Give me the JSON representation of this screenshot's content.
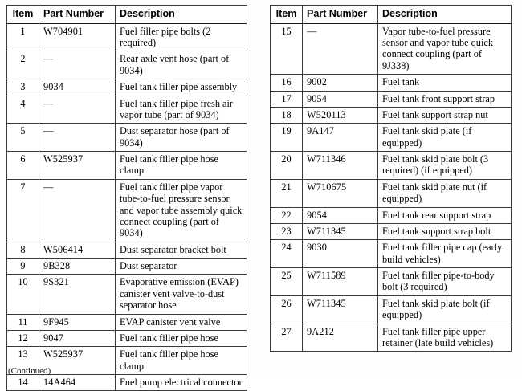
{
  "document": {
    "footnote": "(Continued)"
  },
  "tables": [
    {
      "id": "left",
      "headers": {
        "item": "Item",
        "part_number": "Part Number",
        "description": "Description"
      },
      "rows": [
        {
          "item": "1",
          "part": "W704901",
          "desc": "Fuel filler pipe bolts (2 required)"
        },
        {
          "item": "2",
          "part": "—",
          "desc": "Rear axle vent hose (part of 9034)"
        },
        {
          "item": "3",
          "part": "9034",
          "desc": "Fuel tank filler pipe assembly"
        },
        {
          "item": "4",
          "part": "—",
          "desc": "Fuel tank filler pipe fresh air vapor tube (part of 9034)"
        },
        {
          "item": "5",
          "part": "—",
          "desc": "Dust separator hose (part of 9034)"
        },
        {
          "item": "6",
          "part": "W525937",
          "desc": "Fuel tank filler pipe hose clamp"
        },
        {
          "item": "7",
          "part": "—",
          "desc": "Fuel tank filler pipe vapor tube-to-fuel pressure sensor and vapor tube assembly quick connect coupling (part of 9034)"
        },
        {
          "item": "8",
          "part": "W506414",
          "desc": "Dust separator bracket bolt"
        },
        {
          "item": "9",
          "part": "9B328",
          "desc": "Dust separator"
        },
        {
          "item": "10",
          "part": "9S321",
          "desc": "Evaporative emission (EVAP) canister vent valve-to-dust separator hose"
        },
        {
          "item": "11",
          "part": "9F945",
          "desc": "EVAP canister vent valve"
        },
        {
          "item": "12",
          "part": "9047",
          "desc": "Fuel tank filler pipe hose"
        },
        {
          "item": "13",
          "part": "W525937",
          "desc": "Fuel tank filler pipe hose clamp"
        },
        {
          "item": "14",
          "part": "14A464",
          "desc": "Fuel pump electrical connector"
        }
      ]
    },
    {
      "id": "right",
      "headers": {
        "item": "Item",
        "part_number": "Part Number",
        "description": "Description"
      },
      "rows": [
        {
          "item": "15",
          "part": "—",
          "desc": "Vapor tube-to-fuel pressure sensor and vapor tube quick connect coupling (part of 9J338)"
        },
        {
          "item": "16",
          "part": "9002",
          "desc": "Fuel tank"
        },
        {
          "item": "17",
          "part": "9054",
          "desc": "Fuel tank front support strap"
        },
        {
          "item": "18",
          "part": "W520113",
          "desc": "Fuel tank support strap nut"
        },
        {
          "item": "19",
          "part": "9A147",
          "desc": "Fuel tank skid plate (if equipped)"
        },
        {
          "item": "20",
          "part": "W711346",
          "desc": "Fuel tank skid plate bolt (3 required) (if equipped)"
        },
        {
          "item": "21",
          "part": "W710675",
          "desc": "Fuel tank skid plate nut (if equipped)"
        },
        {
          "item": "22",
          "part": "9054",
          "desc": "Fuel tank rear support strap"
        },
        {
          "item": "23",
          "part": "W711345",
          "desc": "Fuel tank support strap bolt"
        },
        {
          "item": "24",
          "part": "9030",
          "desc": "Fuel tank filler pipe cap (early build vehicles)"
        },
        {
          "item": "25",
          "part": "W711589",
          "desc": "Fuel tank filler pipe-to-body bolt (3 required)"
        },
        {
          "item": "26",
          "part": "W711345",
          "desc": "Fuel tank skid plate bolt (if equipped)"
        },
        {
          "item": "27",
          "part": "9A212",
          "desc": "Fuel tank filler pipe upper retainer (late build vehicles)"
        }
      ]
    }
  ]
}
